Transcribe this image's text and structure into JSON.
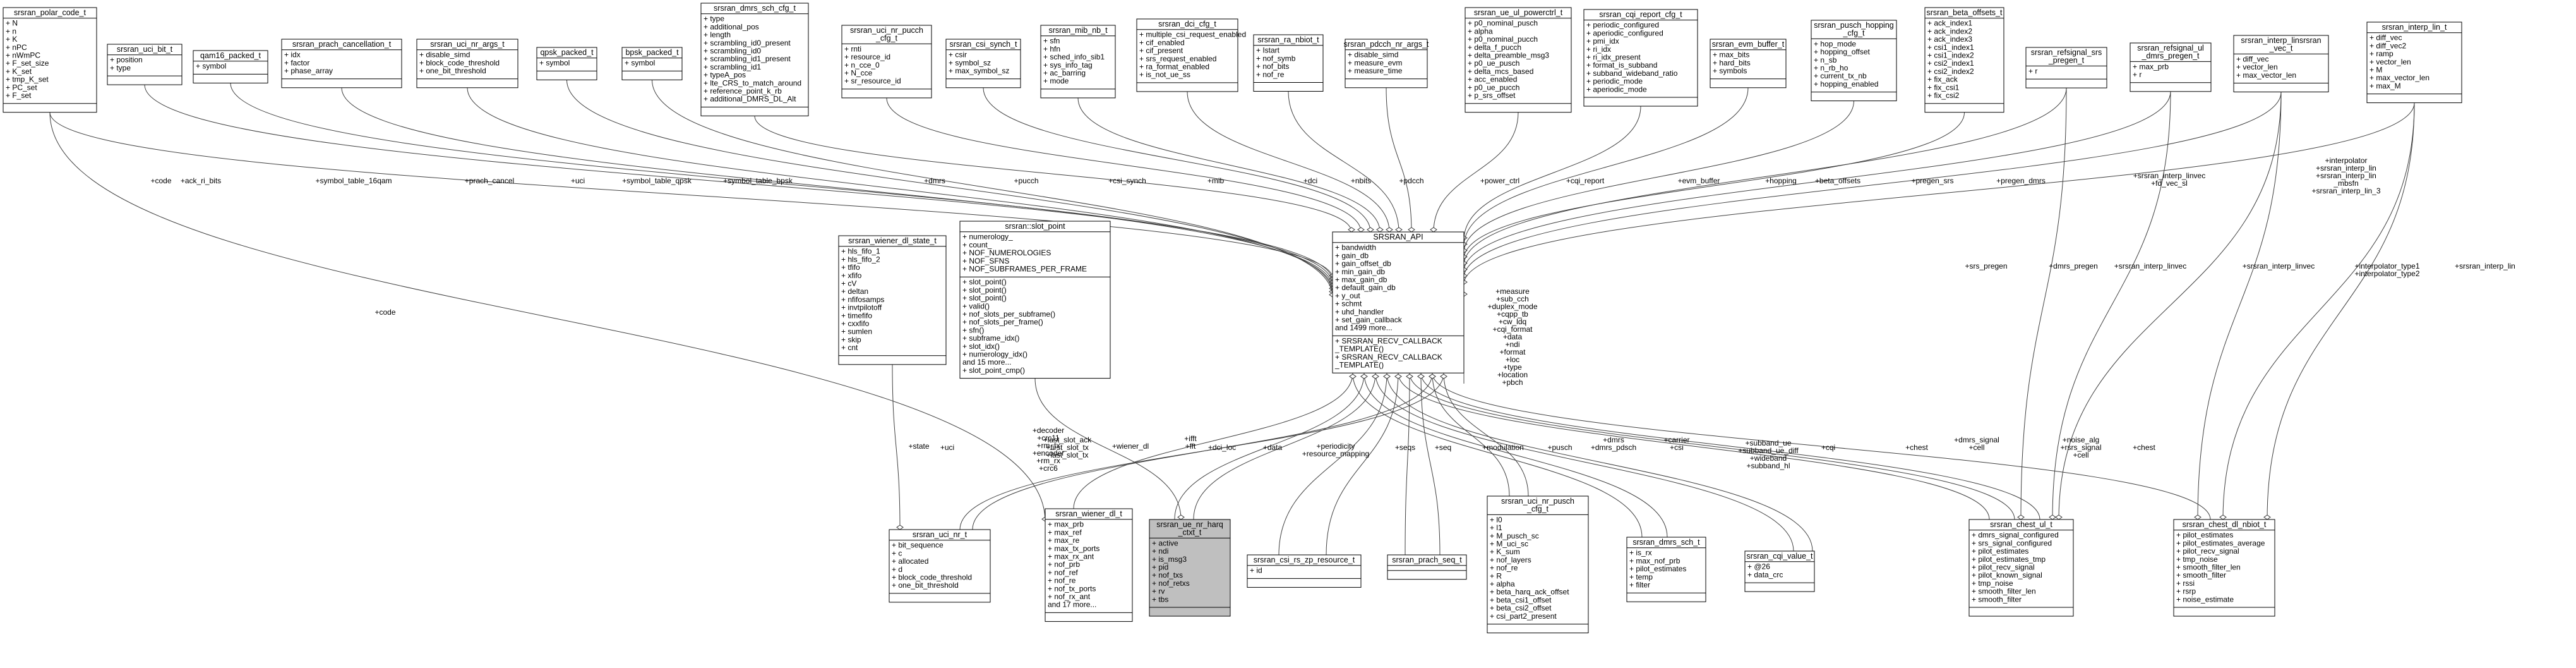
{
  "nodes": [
    {
      "id": "polar_code",
      "title": [
        "srsran_polar_code_t"
      ],
      "attrs": [
        "N",
        "n",
        "K",
        "nPC",
        "nWmPC",
        "F_set_size",
        "K_set",
        "tmp_K_set",
        "PC_set",
        "F_set"
      ],
      "ops": []
    },
    {
      "id": "uci_bit",
      "title": [
        "srsran_uci_bit_t"
      ],
      "attrs": [
        "position",
        "type"
      ],
      "ops": []
    },
    {
      "id": "qam16",
      "title": [
        "qam16_packed_t"
      ],
      "attrs": [
        "symbol"
      ],
      "ops": []
    },
    {
      "id": "prach_cancel",
      "title": [
        "srsran_prach_cancellation_t"
      ],
      "attrs": [
        "idx",
        "factor",
        "phase_array"
      ],
      "ops": []
    },
    {
      "id": "uci_nr_args",
      "title": [
        "srsran_uci_nr_args_t"
      ],
      "attrs": [
        "disable_simd",
        "block_code_threshold",
        "one_bit_threshold"
      ],
      "ops": []
    },
    {
      "id": "qpsk",
      "title": [
        "qpsk_packed_t"
      ],
      "attrs": [
        "symbol"
      ],
      "ops": []
    },
    {
      "id": "bpsk",
      "title": [
        "bpsk_packed_t"
      ],
      "attrs": [
        "symbol"
      ],
      "ops": []
    },
    {
      "id": "dmrs_sch_cfg",
      "title": [
        "srsran_dmrs_sch_cfg_t"
      ],
      "attrs": [
        "type",
        "additional_pos",
        "length",
        "scrambling_id0_present",
        "scrambling_id0",
        "scrambling_id1_present",
        "scrambling_id1",
        "typeA_pos",
        "lte_CRS_to_match_around",
        "reference_point_k_rb",
        "additional_DMRS_DL_Alt"
      ],
      "ops": []
    },
    {
      "id": "uci_nr_pucch",
      "title": [
        "srsran_uci_nr_pucch",
        "_cfg_t"
      ],
      "attrs": [
        "rnti",
        "resource_id",
        "n_cce_0",
        "N_cce",
        "sr_resource_id"
      ],
      "ops": []
    },
    {
      "id": "csi_synch",
      "title": [
        "srsran_csi_synch_t"
      ],
      "attrs": [
        "csir",
        "symbol_sz",
        "max_symbol_sz"
      ],
      "ops": []
    },
    {
      "id": "mib_nb",
      "title": [
        "srsran_mib_nb_t"
      ],
      "attrs": [
        "sfn",
        "hfn",
        "sched_info_sib1",
        "sys_info_tag",
        "ac_barring",
        "mode"
      ],
      "ops": []
    },
    {
      "id": "dci_cfg",
      "title": [
        "srsran_dci_cfg_t"
      ],
      "attrs": [
        "multiple_csi_request_enabled",
        "cif_enabled",
        "cif_present",
        "srs_request_enabled",
        "ra_format_enabled",
        "is_not_ue_ss"
      ],
      "ops": []
    },
    {
      "id": "ra_nbiot",
      "title": [
        "srsran_ra_nbiot_t"
      ],
      "attrs": [
        "Istart",
        "nof_symb",
        "nof_bits",
        "nof_re"
      ],
      "ops": []
    },
    {
      "id": "pdcch_nr_args",
      "title": [
        "srsran_pdcch_nr_args_t"
      ],
      "attrs": [
        "disable_simd",
        "measure_evm",
        "measure_time"
      ],
      "ops": []
    },
    {
      "id": "ue_ul_powerctrl",
      "title": [
        "srsran_ue_ul_powerctrl_t"
      ],
      "attrs": [
        "p0_nominal_pusch",
        "alpha",
        "p0_nominal_pucch",
        "delta_f_pucch",
        "delta_preamble_msg3",
        "p0_ue_pusch",
        "delta_mcs_based",
        "acc_enabled",
        "p0_ue_pucch",
        "p_srs_offset"
      ],
      "ops": []
    },
    {
      "id": "cqi_report_cfg",
      "title": [
        "srsran_cqi_report_cfg_t"
      ],
      "attrs": [
        "periodic_configured",
        "aperiodic_configured",
        "pmi_idx",
        "ri_idx",
        "ri_idx_present",
        "format_is_subband",
        "subband_wideband_ratio",
        "periodic_mode",
        "aperiodic_mode"
      ],
      "ops": []
    },
    {
      "id": "evm_buffer",
      "title": [
        "srsran_evm_buffer_t"
      ],
      "attrs": [
        "max_bits",
        "hard_bits",
        "symbols"
      ],
      "ops": []
    },
    {
      "id": "pusch_hopping",
      "title": [
        "srsran_pusch_hopping",
        "_cfg_t"
      ],
      "attrs": [
        "hop_mode",
        "hopping_offset",
        "n_sb",
        "n_rb_ho",
        "current_tx_nb",
        "hopping_enabled"
      ],
      "ops": []
    },
    {
      "id": "beta_offsets",
      "title": [
        "srsran_beta_offsets_t"
      ],
      "attrs": [
        "ack_index1",
        "ack_index2",
        "ack_index3",
        "csi1_index1",
        "csi1_index2",
        "csi2_index1",
        "csi2_index2",
        "fix_ack",
        "fix_csi1",
        "fix_csi2"
      ],
      "ops": []
    },
    {
      "id": "refsignal_srs",
      "title": [
        "srsran_refsignal_srs",
        "_pregen_t"
      ],
      "attrs": [
        "r"
      ],
      "ops": []
    },
    {
      "id": "refsignal_dmrs",
      "title": [
        "srsran_refsignal_ul",
        "_dmrs_pregen_t"
      ],
      "attrs": [
        "max_prb",
        "r"
      ],
      "ops": []
    },
    {
      "id": "interp_linsrsran",
      "title": [
        "srsran_interp_linsrsran",
        "_vec_t"
      ],
      "attrs": [
        "diff_vec",
        "vector_len",
        "max_vector_len"
      ],
      "ops": []
    },
    {
      "id": "interp_lin",
      "title": [
        "srsran_interp_lin_t"
      ],
      "attrs": [
        "diff_vec",
        "diff_vec2",
        "ramp",
        "vector_len",
        "M",
        "max_vector_len",
        "max_M"
      ],
      "ops": []
    },
    {
      "id": "wiener_state",
      "title": [
        "srsran_wiener_dl_state_t"
      ],
      "attrs": [
        "hls_fifo_1",
        "hls_fifo_2",
        "tfifo",
        "xfifo",
        "cV",
        "deltan",
        "nfifosamps",
        "invtpilotoff",
        "timefifo",
        "cxxfifo",
        "sumlen",
        "skip",
        "cnt"
      ],
      "ops": []
    },
    {
      "id": "slot_point",
      "title": [
        "srsran::slot_point"
      ],
      "attrs": [
        "numerology_",
        "count_",
        "NOF_NUMEROLOGIES",
        "NOF_SFNS",
        "NOF_SUBFRAMES_PER_FRAME"
      ],
      "ops": [
        "slot_point()",
        "slot_point()",
        "slot_point()",
        "valid()",
        "nof_slots_per_subframe()",
        "nof_slots_per_frame()",
        "sfn()",
        "subframe_idx()",
        "slot_idx()",
        "numerology_idx()",
        "and 15 more...",
        "slot_point_cmp()"
      ]
    },
    {
      "id": "api",
      "title": [
        "SRSRAN_API"
      ],
      "attrs": [
        "bandwidth",
        "gain_db",
        "gain_offset_db",
        "min_gain_db",
        "max_gain_db",
        "default_gain_db",
        "y_out",
        "schmt",
        "uhd_handler",
        "set_gain_callback",
        "and 1499 more..."
      ],
      "ops": [
        "SRSRAN_RECV_CALLBACK",
        "_TEMPLATE()",
        "SRSRAN_RECV_CALLBACK",
        "_TEMPLATE()"
      ]
    },
    {
      "id": "uci_nr",
      "title": [
        "srsran_uci_nr_t"
      ],
      "attrs": [
        "bit_sequence",
        "c",
        "allocated",
        "d",
        "block_code_threshold",
        "one_bit_threshold"
      ],
      "ops": []
    },
    {
      "id": "wiener_dl",
      "title": [
        "srsran_wiener_dl_t"
      ],
      "attrs": [
        "max_prb",
        "max_ref",
        "max_re",
        "max_tx_ports",
        "max_rx_ant",
        "nof_prb",
        "nof_ref",
        "nof_re",
        "nof_tx_ports",
        "nof_rx_ant",
        "and 17 more..."
      ],
      "ops": []
    },
    {
      "id": "ue_harq",
      "title": [
        "srsran_ue_nr_harq",
        "_ctxt_t"
      ],
      "attrs": [
        "active",
        "ndi",
        "is_msg3",
        "pid",
        "nof_txs",
        "nof_retxs",
        "rv",
        "tbs"
      ],
      "ops": []
    },
    {
      "id": "csi_rs_zp",
      "title": [
        "srsran_csi_rs_zp_resource_t"
      ],
      "attrs": [
        "id"
      ],
      "ops": []
    },
    {
      "id": "prach_seq",
      "title": [
        "srsran_prach_seq_t"
      ],
      "attrs": [],
      "ops": []
    },
    {
      "id": "uci_nr_pusch",
      "title": [
        "srsran_uci_nr_pusch",
        "_cfg_t"
      ],
      "attrs": [
        "l0",
        "l1",
        "M_pusch_sc",
        "M_uci_sc",
        "K_sum",
        "nof_layers",
        "nof_re",
        "R",
        "alpha",
        "beta_harq_ack_offset",
        "beta_csi1_offset",
        "beta_csi2_offset",
        "csi_part2_present"
      ],
      "ops": []
    },
    {
      "id": "dmrs_sch",
      "title": [
        "srsran_dmrs_sch_t"
      ],
      "attrs": [
        "is_rx",
        "max_nof_prb",
        "pilot_estimates",
        "temp",
        "filter"
      ],
      "ops": []
    },
    {
      "id": "cqi_value",
      "title": [
        "srsran_cqi_value_t"
      ],
      "attrs": [
        "@26",
        "data_crc"
      ],
      "ops": []
    },
    {
      "id": "chest_ul",
      "title": [
        "srsran_chest_ul_t"
      ],
      "attrs": [
        "dmrs_signal_configured",
        "srs_signal_configured",
        "pilot_estimates",
        "pilot_estimates_tmp",
        "pilot_recv_signal",
        "pilot_known_signal",
        "tmp_noise",
        "smooth_filter_len",
        "smooth_filter"
      ],
      "ops": []
    },
    {
      "id": "chest_dl_nbiot",
      "title": [
        "srsran_chest_dl_nbiot_t"
      ],
      "attrs": [
        "pilot_estimates",
        "pilot_estimates_average",
        "pilot_recv_signal",
        "tmp_noise",
        "smooth_filter_len",
        "smooth_filter",
        "rssi",
        "rsrp",
        "noise_estimate"
      ],
      "ops": []
    }
  ],
  "edges": [
    {
      "from": "polar_code",
      "label": [
        "+code"
      ]
    },
    {
      "from": "uci_bit",
      "label": [
        "+ack_ri_bits"
      ]
    },
    {
      "from": "qam16",
      "label": [
        "+symbol_table_16qam"
      ]
    },
    {
      "from": "prach_cancel",
      "label": [
        "+prach_cancel"
      ]
    },
    {
      "from": "uci_nr_args",
      "label": [
        "+uci"
      ]
    },
    {
      "from": "qpsk",
      "label": [
        "+symbol_table_qpsk"
      ]
    },
    {
      "from": "bpsk",
      "label": [
        "+symbol_table_bpsk"
      ]
    },
    {
      "from": "dmrs_sch_cfg",
      "label": [
        "+dmrs"
      ]
    },
    {
      "from": "uci_nr_pucch",
      "label": [
        "+pucch"
      ]
    },
    {
      "from": "csi_synch",
      "label": [
        "+csi_synch"
      ]
    },
    {
      "from": "mib_nb",
      "label": [
        "+mib"
      ]
    },
    {
      "from": "dci_cfg",
      "label": [
        "+dci"
      ]
    },
    {
      "from": "ra_nbiot",
      "label": [
        "+nbits"
      ]
    },
    {
      "from": "pdcch_nr_args",
      "label": [
        "+pdcch"
      ]
    },
    {
      "from": "ue_ul_powerctrl",
      "label": [
        "+power_ctrl"
      ]
    },
    {
      "from": "cqi_report_cfg",
      "label": [
        "+cqi_report"
      ]
    },
    {
      "from": "evm_buffer",
      "label": [
        "+evm_buffer"
      ]
    },
    {
      "from": "pusch_hopping",
      "label": [
        "+hopping"
      ]
    },
    {
      "from": "beta_offsets",
      "label": [
        "+beta_offsets"
      ]
    },
    {
      "from": "refsignal_srs",
      "label": [
        "+pregen_srs"
      ]
    },
    {
      "from": "refsignal_dmrs",
      "label": [
        "+pregen_dmrs"
      ]
    },
    {
      "from": "interp_linsrsran",
      "label": [
        "+srsran_interp_linvec",
        "+fd_vec_sl"
      ]
    },
    {
      "from": "interp_lin",
      "label": [
        "+interpolator",
        "+srsran_interp_lin",
        "+srsran_interp_lin",
        "_mbsfn",
        "+srsran_interp_lin_3"
      ]
    },
    {
      "from": "wiener_state",
      "label": [
        "+state"
      ]
    },
    {
      "from": "slot_point",
      "label": [
        "+last_slot_ack",
        "+first_slot_tx",
        "+last_slot_tx"
      ]
    },
    {
      "from": "api",
      "label": [
        "+decoder",
        "+crc11",
        "+rm_tx",
        "+encoder",
        "+rm_rx",
        "+crc6"
      ]
    },
    {
      "from": "api",
      "label": [
        "+uci"
      ]
    },
    {
      "from": "api",
      "label": [
        "+wiener_dl"
      ]
    },
    {
      "from": "api",
      "label": [
        "+ifft",
        "+fft"
      ]
    },
    {
      "from": "api",
      "label": [
        "+dci_loc"
      ]
    },
    {
      "from": "api",
      "label": [
        "+data"
      ]
    },
    {
      "from": "api",
      "label": [
        "+periodicity",
        "+resource_mapping"
      ]
    },
    {
      "from": "api",
      "label": [
        "+seqs"
      ]
    },
    {
      "from": "api",
      "label": [
        "+seq"
      ]
    },
    {
      "from": "api",
      "label": [
        "+modulation"
      ]
    },
    {
      "from": "api",
      "label": [
        "+pusch"
      ]
    },
    {
      "from": "api",
      "label": [
        "+dmrs",
        "+dmrs_pdsch"
      ]
    },
    {
      "from": "api",
      "label": [
        "+carrier",
        "+csi"
      ]
    },
    {
      "from": "api",
      "label": [
        "+subband_ue",
        "+subband_ue_diff",
        "+wideband",
        "+subband_hl"
      ]
    },
    {
      "from": "api",
      "label": [
        "+cqi"
      ]
    },
    {
      "from": "api",
      "label": [
        "+chest"
      ]
    },
    {
      "from": "api",
      "label": [
        "+dmrs_signal",
        "+cell"
      ]
    },
    {
      "from": "api",
      "label": [
        "+noise_alg",
        "+rsrs_signal",
        "+cell"
      ]
    },
    {
      "from": "api",
      "label": [
        "+chest"
      ]
    },
    {
      "from": "api",
      "label": [
        "+measure",
        "+sub_cch",
        "+duplex_mode",
        "+cqpp_tb",
        "+cw_ldq",
        "+cqi_format",
        "+data",
        "+ndi",
        "+format",
        "+loc",
        "+type",
        "+location",
        "+pbch"
      ]
    },
    {
      "from": "polar_code",
      "label": [
        "+code"
      ]
    },
    {
      "from": "refsignal_srs",
      "label": [
        "+srs_pregen"
      ]
    },
    {
      "from": "refsignal_dmrs",
      "label": [
        "+dmrs_pregen"
      ]
    },
    {
      "from": "interp_linsrsran",
      "label": [
        "+srsran_interp_linvec"
      ]
    },
    {
      "from": "interp_linsrsran",
      "label": [
        "+srsran_interp_linvec"
      ]
    },
    {
      "from": "interp_lin",
      "label": [
        "+interpolator_type1",
        "+interpolator_type2"
      ]
    },
    {
      "from": "interp_lin",
      "label": [
        "+srsran_interp_lin"
      ]
    }
  ]
}
